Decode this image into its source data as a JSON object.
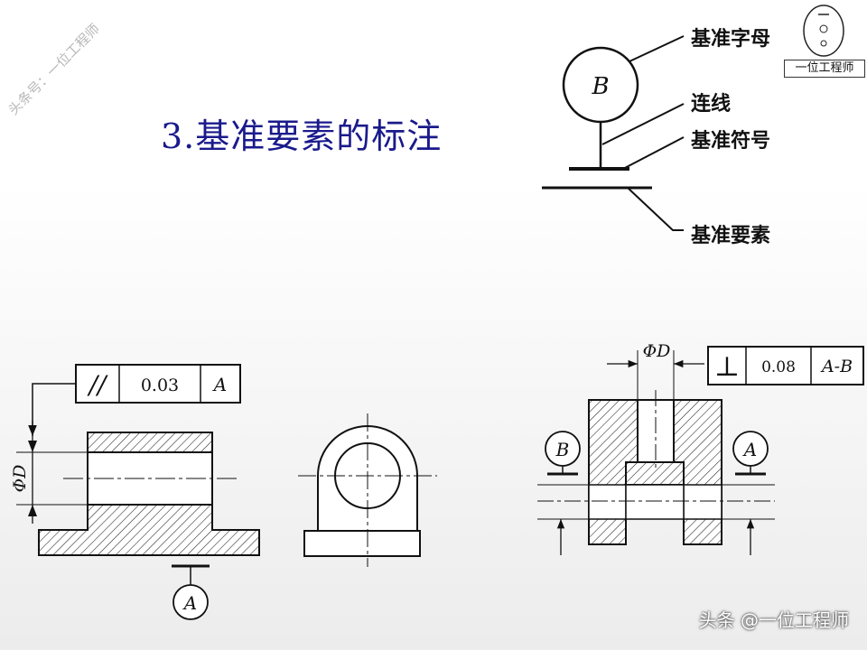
{
  "title": "3.基准要素的标注",
  "legend": {
    "letter": "B",
    "labels": {
      "datum_letter": "基准字母",
      "connector": "连线",
      "datum_symbol": "基准符号",
      "datum_feature": "基准要素"
    }
  },
  "fig1": {
    "frame_symbol": "//",
    "frame_value": "0.03",
    "frame_datum": "A",
    "dim_label": "ΦD",
    "datum_letter": "A"
  },
  "fig3": {
    "dim_label": "ΦD",
    "frame_symbol": "⊥",
    "frame_value": "0.08",
    "frame_datum": "A-B",
    "datum_left": "B",
    "datum_right": "A"
  },
  "watermark": {
    "diagonal": "头条号：一位工程师",
    "bottom": "头条 @一位工程师",
    "logo_label": "一位工程师"
  }
}
